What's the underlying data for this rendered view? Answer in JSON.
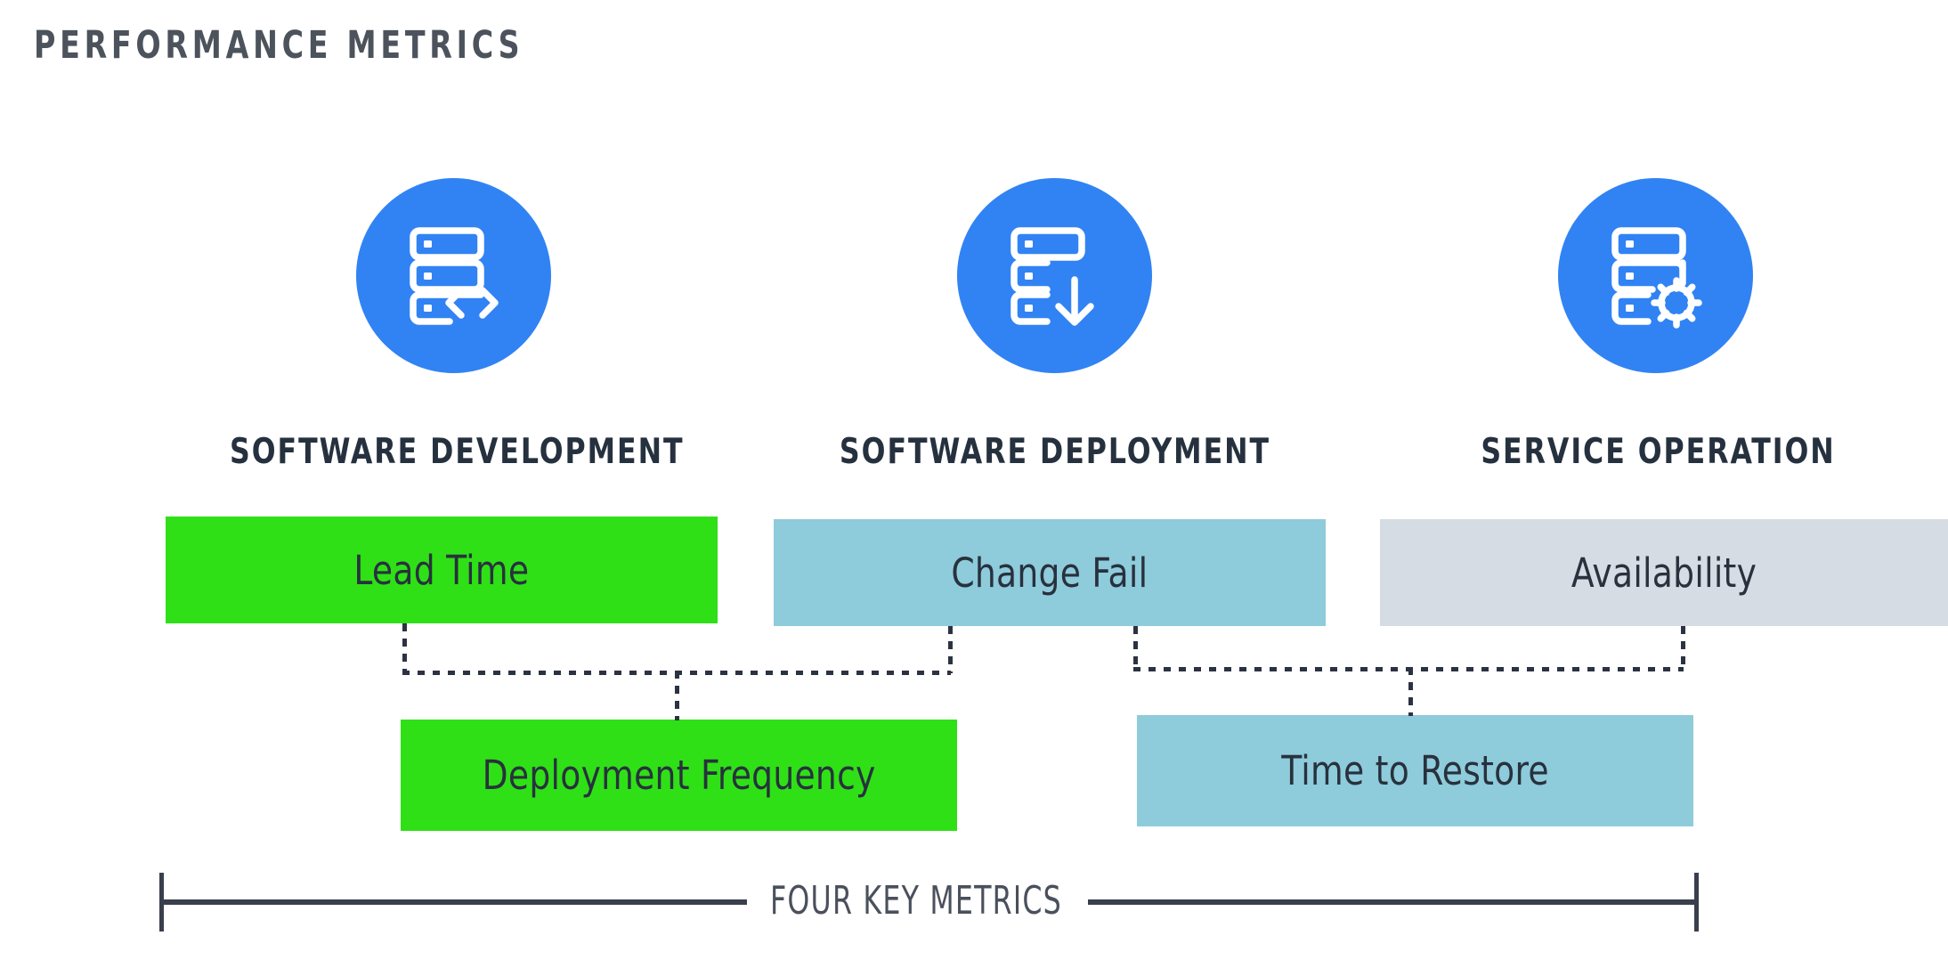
{
  "page": {
    "title": "PERFORMANCE METRICS",
    "background_color": "#ffffff",
    "title_color": "#4c535c"
  },
  "colors": {
    "icon_circle_blue": "#3183f4",
    "icon_glyph": "#ffffff",
    "heading_navy": "#26313f",
    "bar_green": "#2fe017",
    "bar_lightblue": "#8ecbdb",
    "bar_gray": "#d6dce3",
    "bar_text": "#28313d",
    "connector_dot": "#2b3342",
    "bracket": "#3a3f4c"
  },
  "columns": [
    {
      "id": "software-development",
      "heading": "SOFTWARE DEVELOPMENT",
      "icon": "server-code-icon"
    },
    {
      "id": "software-deployment",
      "heading": "SOFTWARE DEPLOYMENT",
      "icon": "server-download-icon"
    },
    {
      "id": "service-operation",
      "heading": "SERVICE OPERATION",
      "icon": "server-gear-icon"
    }
  ],
  "metrics_row1": [
    {
      "id": "lead-time",
      "label": "Lead Time",
      "color": "#2fe017"
    },
    {
      "id": "change-fail",
      "label": "Change Fail",
      "color": "#8ecbdb"
    },
    {
      "id": "availability",
      "label": "Availability",
      "color": "#d6dce3"
    }
  ],
  "metrics_row2": [
    {
      "id": "deployment-frequency",
      "label": "Deployment Frequency",
      "color": "#2fe017"
    },
    {
      "id": "time-to-restore",
      "label": "Time to Restore",
      "color": "#8ecbdb"
    }
  ],
  "footer": {
    "bracket_label": "FOUR KEY METRICS"
  },
  "chart_data": {
    "type": "diagram",
    "title": "PERFORMANCE METRICS",
    "categories": [
      "SOFTWARE DEVELOPMENT",
      "SOFTWARE DEPLOYMENT",
      "SERVICE OPERATION"
    ],
    "top_row_items": [
      "Lead Time",
      "Change Fail",
      "Availability"
    ],
    "bottom_row_items": [
      "Deployment Frequency",
      "Time to Restore"
    ],
    "connections": [
      {
        "from": [
          "Lead Time",
          "Change Fail"
        ],
        "to": "Deployment Frequency"
      },
      {
        "from": [
          "Change Fail",
          "Availability"
        ],
        "to": "Time to Restore"
      }
    ],
    "footer_label": "FOUR KEY METRICS",
    "four_key_metrics": [
      "Lead Time",
      "Change Fail",
      "Deployment Frequency",
      "Time to Restore"
    ]
  }
}
